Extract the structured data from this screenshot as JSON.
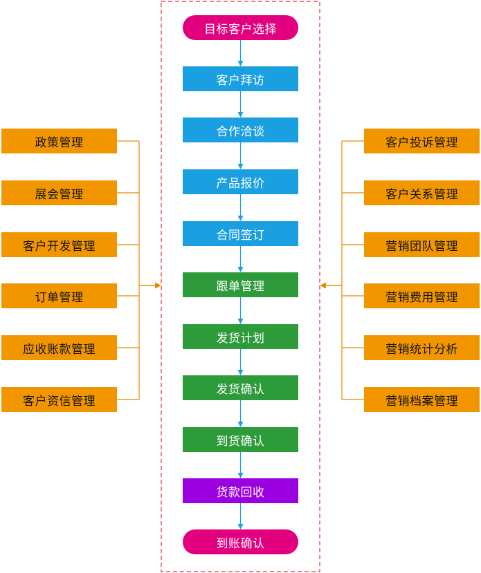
{
  "flow": {
    "steps": [
      {
        "label": "目标客户选择",
        "color": "#e3007f",
        "shape": "pill"
      },
      {
        "label": "客户拜访",
        "color": "#1a9fe0",
        "shape": "rect"
      },
      {
        "label": "合作洽谈",
        "color": "#1a9fe0",
        "shape": "rect"
      },
      {
        "label": "产品报价",
        "color": "#1a9fe0",
        "shape": "rect"
      },
      {
        "label": "合同签订",
        "color": "#1a9fe0",
        "shape": "rect"
      },
      {
        "label": "跟单管理",
        "color": "#2e9b3b",
        "shape": "rect"
      },
      {
        "label": "发货计划",
        "color": "#2e9b3b",
        "shape": "rect"
      },
      {
        "label": "发货确认",
        "color": "#2e9b3b",
        "shape": "rect"
      },
      {
        "label": "到货确认",
        "color": "#2e9b3b",
        "shape": "rect"
      },
      {
        "label": "货款回收",
        "color": "#9b00e0",
        "shape": "rect"
      },
      {
        "label": "到账确认",
        "color": "#e3007f",
        "shape": "pill"
      }
    ]
  },
  "left": {
    "items": [
      "政策管理",
      "展会管理",
      "客户开发管理",
      "订单管理",
      "应收账款管理",
      "客户资信管理"
    ]
  },
  "right": {
    "items": [
      "客户投诉管理",
      "客户关系管理",
      "营销团队管理",
      "营销费用管理",
      "营销统计分析",
      "营销档案管理"
    ]
  },
  "colors": {
    "side_box": "#f29600",
    "side_connector": "#e58a00",
    "flow_arrow": "#1a9fe0",
    "dashed_border": "#e62e3a"
  }
}
